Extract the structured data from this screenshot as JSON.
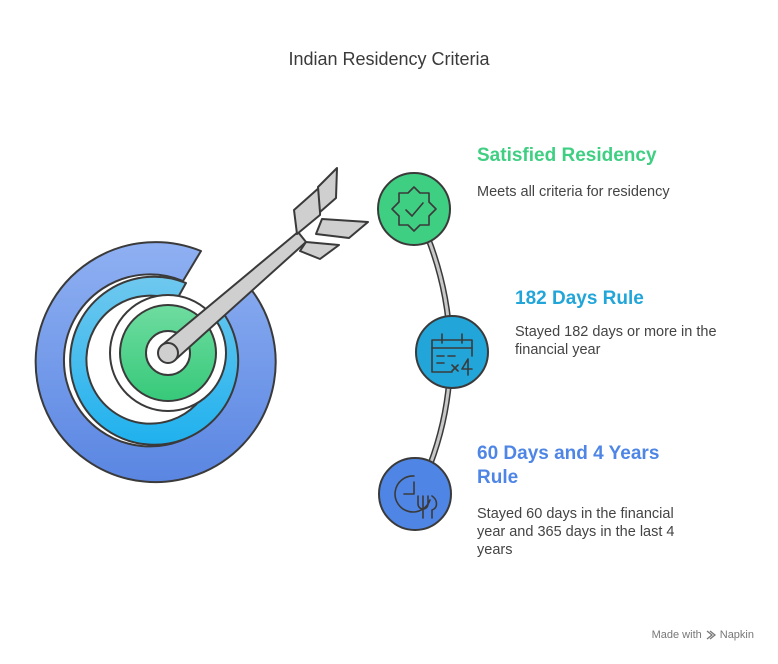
{
  "title": "Indian Residency Criteria",
  "colors": {
    "green": "#3fcf82",
    "teal": "#22a6d9",
    "blue": "#4f86e6",
    "outline": "#3a3a3a"
  },
  "steps": [
    {
      "heading": "Satisfied Residency",
      "description": "Meets all criteria for residency",
      "icon": "badge-check-icon",
      "color": "#3fcf82"
    },
    {
      "heading": "182 Days Rule",
      "description": "Stayed 182 days or more in the financial year",
      "icon": "calendar-times-four-icon",
      "color": "#22a6d9"
    },
    {
      "heading": "60 Days and 4 Years Rule",
      "description": "Stayed 60 days in the financial year and 365 days in the last 4 years",
      "icon": "clock-and-fork-icon",
      "color": "#4f86e6"
    }
  ],
  "footer": {
    "made_with": "Made with",
    "brand": "Napkin"
  }
}
